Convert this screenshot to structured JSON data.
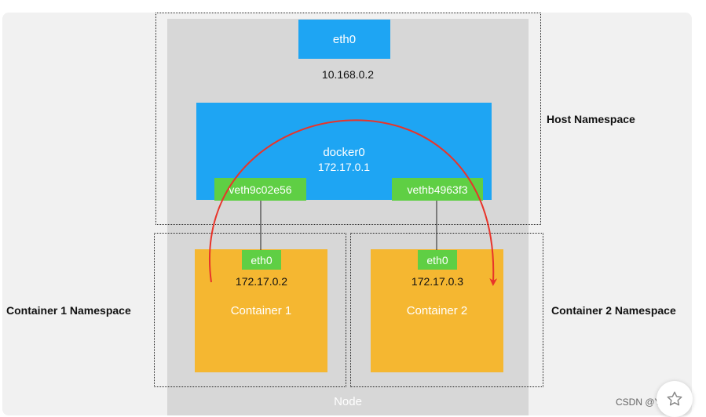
{
  "host": {
    "eth0": "eth0",
    "ip": "10.168.0.2",
    "bridge_name": "docker0",
    "bridge_ip": "172.17.0.1",
    "veth_left": "veth9c02e56",
    "veth_right": "vethb4963f3",
    "namespace_label": "Host Namespace"
  },
  "container1": {
    "eth0": "eth0",
    "ip": "172.17.0.2",
    "name": "Container 1",
    "namespace_label": "Container 1 Namespace"
  },
  "container2": {
    "eth0": "eth0",
    "ip": "172.17.0.3",
    "name": "Container  2",
    "namespace_label": "Container 2 Namespace"
  },
  "node_label": "Node",
  "watermark": "CSDN @Yuan_xii",
  "colors": {
    "blue": "#1ea5f3",
    "green": "#5fcf44",
    "yellow": "#f5b731",
    "arrow": "#e8342a",
    "node_gray": "#d7d7d7"
  },
  "icons": {
    "fab": "star-icon"
  }
}
